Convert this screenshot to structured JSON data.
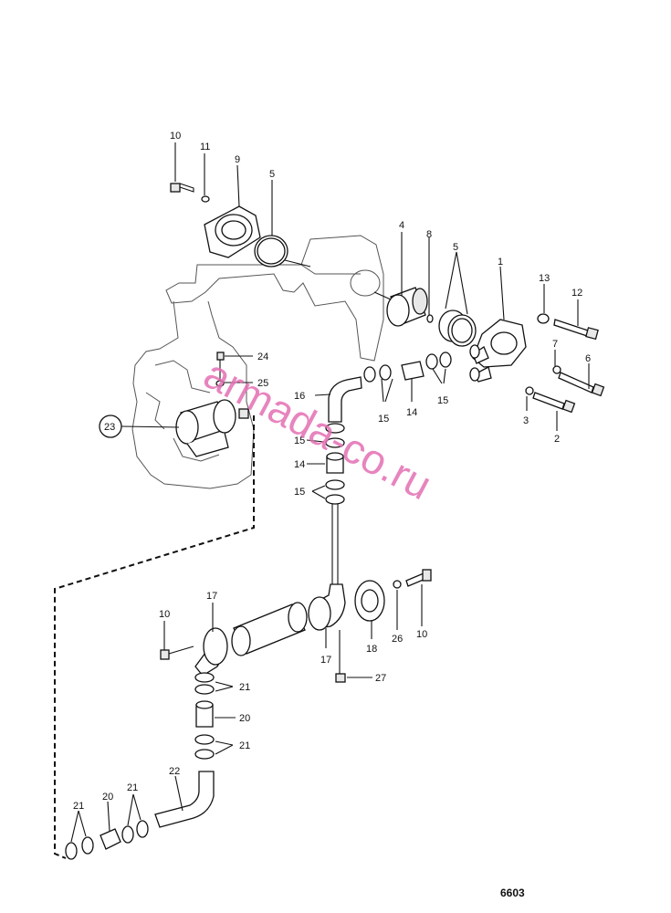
{
  "diagram": {
    "watermark": "armada-co.ru",
    "drawing_number": "6603",
    "callouts": {
      "c1": "1",
      "c2": "2",
      "c3": "3",
      "c4": "4",
      "c5a": "5",
      "c5b": "5",
      "c6": "6",
      "c7": "7",
      "c8": "8",
      "c9": "9",
      "c10a": "10",
      "c10b": "10",
      "c10c": "10",
      "c11": "11",
      "c12": "12",
      "c13": "13",
      "c14a": "14",
      "c14b": "14",
      "c15a": "15",
      "c15b": "15",
      "c15c": "15",
      "c15d": "15",
      "c16": "16",
      "c17a": "17",
      "c17b": "17",
      "c18": "18",
      "c20a": "20",
      "c20b": "20",
      "c21a": "21",
      "c21b": "21",
      "c21c": "21",
      "c21d": "21",
      "c22": "22",
      "c23": "23",
      "c24": "24",
      "c25": "25",
      "c26": "26",
      "c27": "27"
    }
  }
}
